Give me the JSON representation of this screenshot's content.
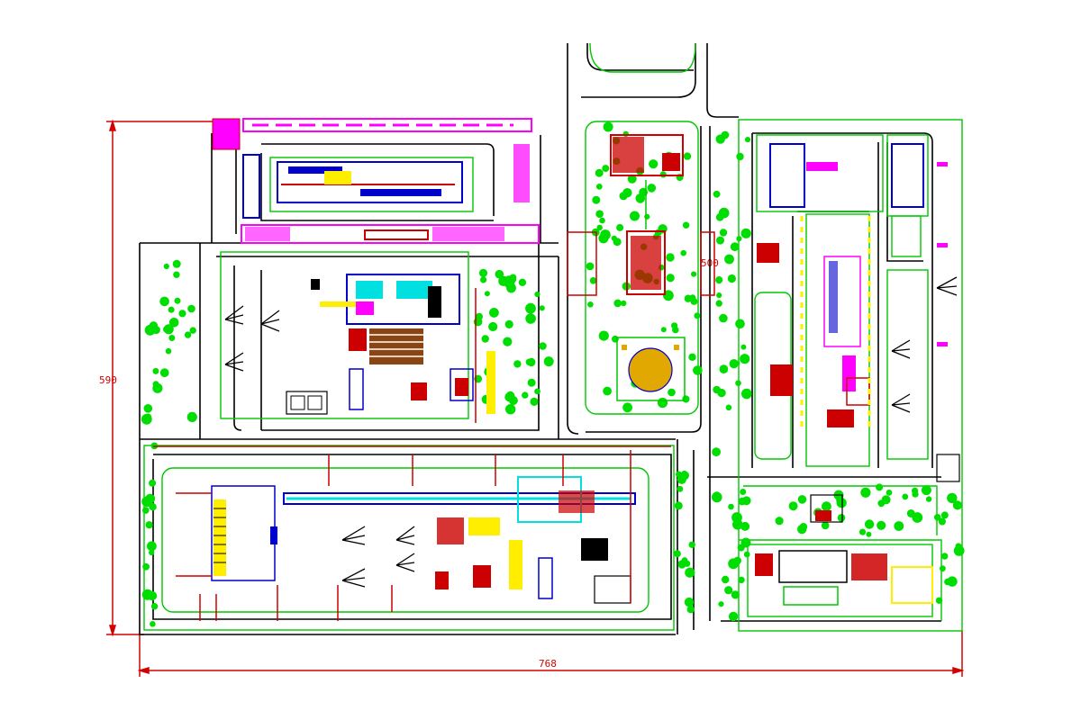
{
  "drawing": {
    "dimensions": {
      "height_label": "590",
      "width_label": "768",
      "inner_label": "500"
    },
    "colors": {
      "road": "#000000",
      "boundary": "#00c800",
      "tree": "#00dd00",
      "dimension": "#d40000",
      "building_red": "#cc0000",
      "magenta": "#ff00ff",
      "blue": "#0000cc",
      "cyan": "#00e0e0",
      "yellow": "#ffee00",
      "brown": "#8b4513",
      "pond": "#e0a800"
    }
  }
}
